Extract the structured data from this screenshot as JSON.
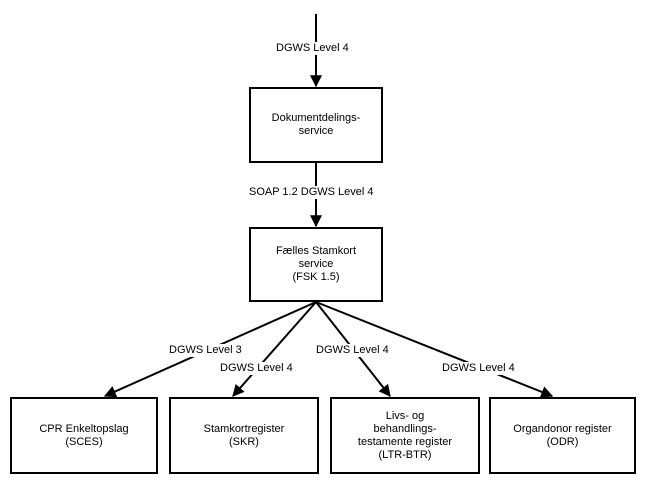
{
  "nodes": {
    "dokumentdeling": {
      "label": "Dokumentdelings-\nservice"
    },
    "fsk": {
      "label": "Fælles Stamkort\nservice\n(FSK 1.5)"
    },
    "cpr": {
      "label": "CPR Enkeltopslag\n(SCES)"
    },
    "skr": {
      "label": "Stamkortregister\n(SKR)"
    },
    "ltr": {
      "label": "Livs- og\nbehandlings-\ntestamente register\n(LTR-BTR)"
    },
    "odr": {
      "label": "Organdonor register\n(ODR)"
    }
  },
  "edges": {
    "top_in": {
      "label": "DGWS Level 4"
    },
    "dok_to_fsk": {
      "label": "SOAP 1.2 DGWS Level 4"
    },
    "fsk_to_cpr": {
      "label": "DGWS Level 3"
    },
    "fsk_to_skr": {
      "label": "DGWS Level 4"
    },
    "fsk_to_ltr": {
      "label": "DGWS Level 4"
    },
    "fsk_to_odr": {
      "label": "DGWS Level 4"
    }
  }
}
